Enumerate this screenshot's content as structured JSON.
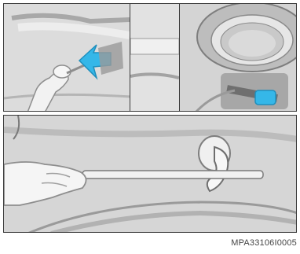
{
  "figure": {
    "caption": "MPA33106I0005",
    "panels": {
      "top_left": "tool-hook-detail",
      "top_right": "spare-tire-well-detail",
      "bottom": "towing-hook-installation"
    },
    "colors": {
      "accent_arrow": "#35b7e8",
      "line_art": "#8e8e8e",
      "background": "#d8d8d8"
    },
    "icons": [
      "arrow-pointer-icon",
      "hand-icon",
      "tire-icon",
      "tow-hook-icon"
    ]
  }
}
